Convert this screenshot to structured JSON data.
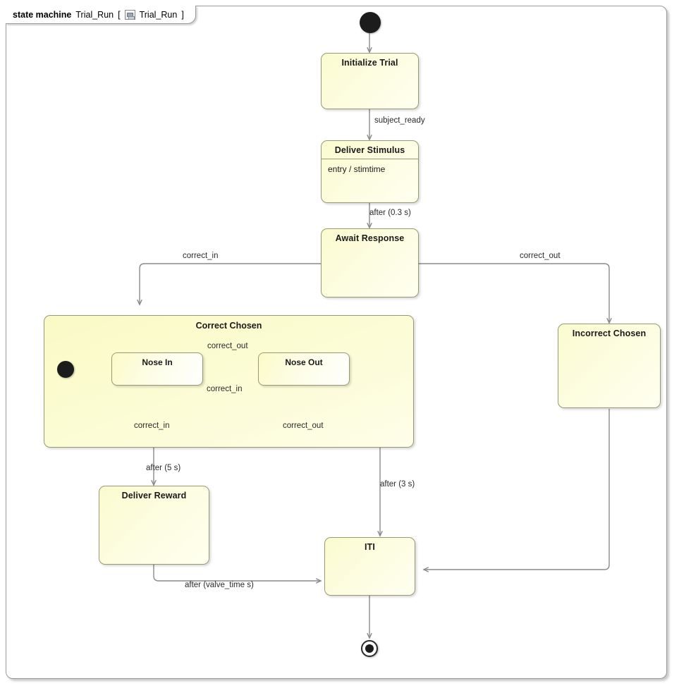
{
  "frame": {
    "keyword": "state machine",
    "name": "Trial_Run",
    "bracket_open": "[",
    "icon": "state-machine-icon",
    "qualified_name": "Trial_Run",
    "bracket_close": "]"
  },
  "states": {
    "initialize_trial": {
      "name": "Initialize Trial"
    },
    "deliver_stimulus": {
      "name": "Deliver Stimulus",
      "entry": "entry / stimtime"
    },
    "await_response": {
      "name": "Await Response"
    },
    "correct_chosen": {
      "name": "Correct Chosen"
    },
    "nose_in": {
      "name": "Nose In"
    },
    "nose_out": {
      "name": "Nose Out"
    },
    "incorrect_chosen": {
      "name": "Incorrect Chosen"
    },
    "deliver_reward": {
      "name": "Deliver Reward"
    },
    "iti": {
      "name": "ITI"
    }
  },
  "transitions": {
    "start_to_initialize": "",
    "initialize_to_stimulus": "subject_ready",
    "stimulus_to_await": "after (0.3 s)",
    "await_to_correct": "correct_in",
    "await_to_incorrect": "correct_out",
    "nose_in_to_nose_out": "correct_out",
    "nose_out_to_nose_in": "correct_in",
    "nose_in_self": "correct_in",
    "nose_out_self": "correct_out",
    "correct_to_reward": "after (5 s)",
    "nose_out_to_iti": "after (3 s)",
    "reward_to_iti": "after (valve_time s)",
    "incorrect_to_iti": "",
    "iti_to_final": ""
  },
  "colors": {
    "state_fill": "#fbfbcf",
    "state_border": "#9a9a72",
    "edge": "#8a8a8a",
    "frame_border": "#9a9a9a",
    "pseudostate": "#1c1c1c",
    "canvas": "#ffffff"
  }
}
